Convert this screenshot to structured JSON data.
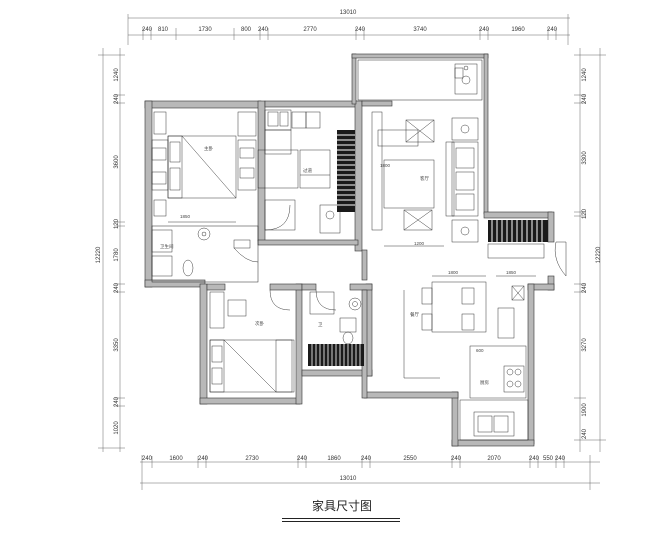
{
  "title": "家具尺寸图",
  "top_total": "13010",
  "bottom_total": "13010",
  "top_segments": [
    "240",
    "810",
    "1730",
    "800",
    "240",
    "2770",
    "240",
    "3740",
    "240",
    "1960",
    "240"
  ],
  "bottom_segments": [
    "240",
    "1600",
    "240",
    "2730",
    "240",
    "1860",
    "240",
    "2550",
    "240",
    "2070",
    "240",
    "550",
    "240"
  ],
  "left_segments": [
    "1240",
    "240",
    "3600",
    "120",
    "1780",
    "240",
    "3350",
    "240",
    "1020"
  ],
  "left_total": "12220",
  "right_segments": [
    "1240",
    "240",
    "3300",
    "120",
    "240",
    "3270",
    "1900",
    "240"
  ],
  "right_total": "12220",
  "room_labels": {
    "master_bed": "主卧",
    "bath": "卫生间",
    "hall": "过道",
    "living": "客厅",
    "second_bed": "次卧",
    "bath2": "卫",
    "dining": "餐厅",
    "kitchen": "厨房"
  },
  "inner_dims": [
    "1850",
    "1200",
    "1800",
    "1800",
    "1850",
    "600"
  ],
  "colors": {
    "wall_fill": "#b8b8b8",
    "line": "#222222",
    "hatch": "#1a1a1a"
  }
}
